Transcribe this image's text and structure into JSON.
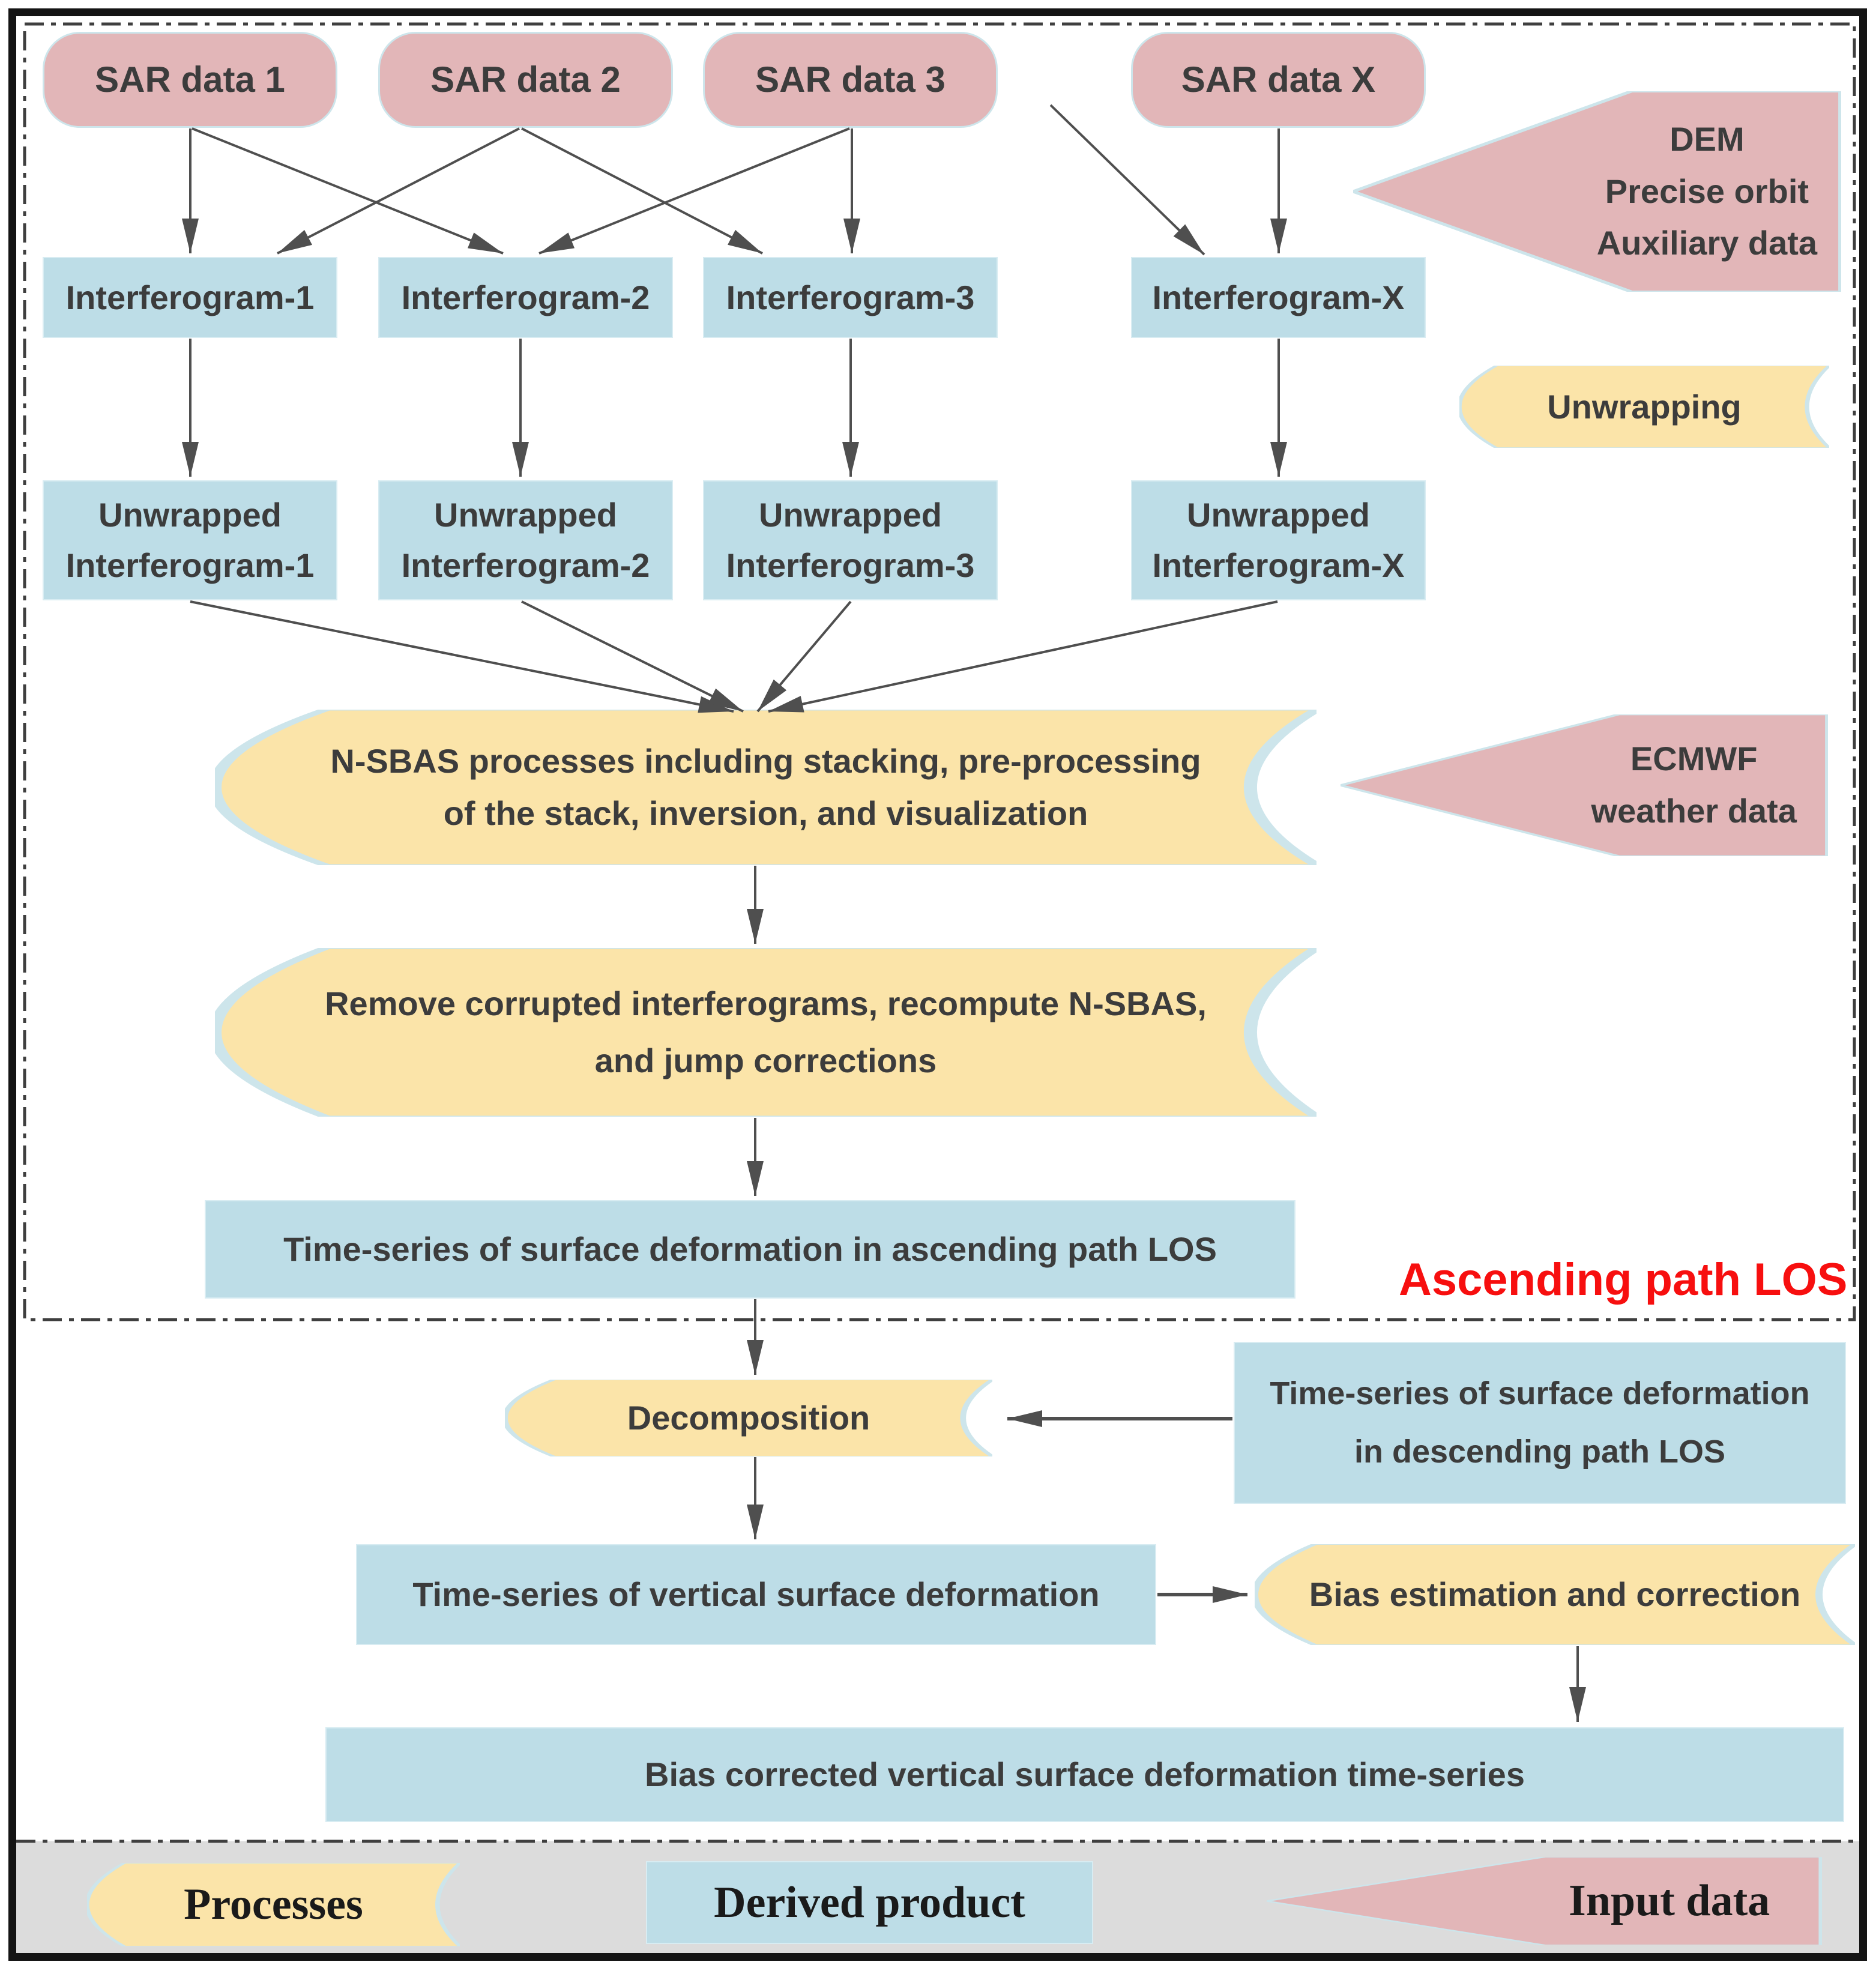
{
  "colors": {
    "input_fill": "#e2b6b8",
    "process_fill": "#fbe4a9",
    "product_fill": "#bddde7",
    "shape_outline": "#cde5eb",
    "arrow": "#4f4f4f",
    "text": "#3c3c3c",
    "accent_red": "#f70f0f",
    "legend_band": "#dcdcdc",
    "frame": "#141414",
    "dash_border": "#3f3f3f"
  },
  "nodes": {
    "sar1": {
      "label": "SAR data 1"
    },
    "sar2": {
      "label": "SAR data 2"
    },
    "sar3": {
      "label": "SAR data 3"
    },
    "sarx": {
      "label": "SAR data X"
    },
    "dem": {
      "line1": "DEM",
      "line2": "Precise orbit",
      "line3": "Auxiliary data"
    },
    "int1": {
      "label": "Interferogram-1"
    },
    "int2": {
      "label": "Interferogram-2"
    },
    "int3": {
      "label": "Interferogram-3"
    },
    "intx": {
      "label": "Interferogram-X"
    },
    "unwrapping": {
      "label": "Unwrapping"
    },
    "unw1": {
      "line1": "Unwrapped",
      "line2": "Interferogram-1"
    },
    "unw2": {
      "line1": "Unwrapped",
      "line2": "Interferogram-2"
    },
    "unw3": {
      "line1": "Unwrapped",
      "line2": "Interferogram-3"
    },
    "unwx": {
      "line1": "Unwrapped",
      "line2": "Interferogram-X"
    },
    "nsbas": {
      "line1": "N-SBAS processes including stacking, pre-processing",
      "line2": "of the stack, inversion, and visualization"
    },
    "ecmwf": {
      "line1": "ECMWF",
      "line2": "weather data"
    },
    "remove": {
      "line1": "Remove corrupted interferograms, recompute N-SBAS,",
      "line2": "and jump corrections"
    },
    "ascending": {
      "label": "Time-series of surface deformation in ascending path LOS"
    },
    "section_label": {
      "label": "Ascending path LOS"
    },
    "decomposition": {
      "label": "Decomposition"
    },
    "descending": {
      "line1": "Time-series of surface deformation",
      "line2": "in descending path LOS"
    },
    "vertical": {
      "label": "Time-series of vertical surface deformation"
    },
    "bias": {
      "label": "Bias estimation and correction"
    },
    "bias_corrected": {
      "label": "Bias corrected vertical surface deformation time-series"
    }
  },
  "legend": {
    "processes": "Processes",
    "derived_product": "Derived product",
    "input_data": "Input data"
  }
}
